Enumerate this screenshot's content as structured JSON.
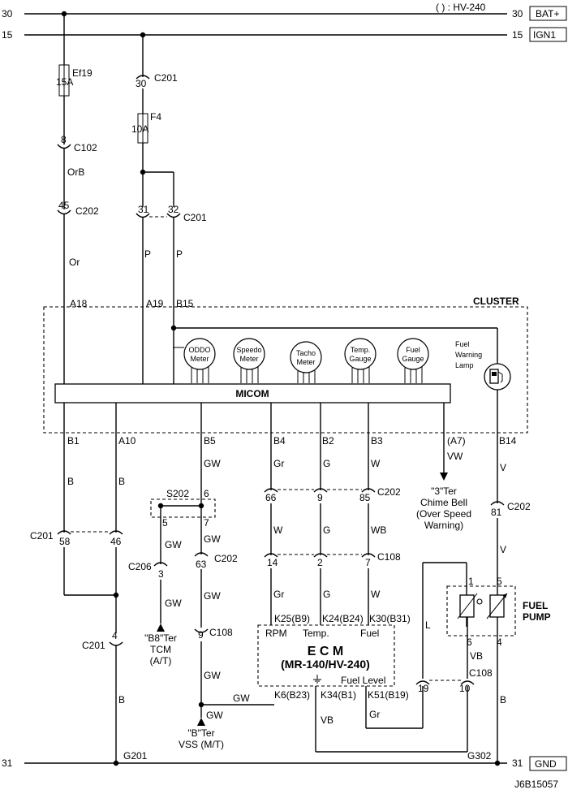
{
  "rails": {
    "bat_num_left": "30",
    "bat_num_right": "30",
    "bat_name": "BAT+",
    "bat_note": "( ) : HV-240",
    "ign_num_left": "15",
    "ign_num_right": "15",
    "ign_name": "IGN1",
    "gnd_num_left": "31",
    "gnd_num_right": "31",
    "gnd_name": "GND"
  },
  "fuses": [
    {
      "name": "Ef19",
      "rating": "15A"
    },
    {
      "name": "F4",
      "rating": "10A"
    }
  ],
  "connectors": {
    "c201_a": {
      "pin": "30",
      "name": "C201"
    },
    "c102": {
      "pin": "8",
      "name": "C102"
    },
    "c202_a": {
      "pin": "45",
      "name": "C202"
    },
    "c201_b": {
      "pin_a": "31",
      "pin_b": "32",
      "name": "C201"
    },
    "c202_b": {
      "pins": [
        "66",
        "9",
        "85"
      ],
      "name": "C202"
    },
    "c202_c": {
      "pin": "81",
      "name": "C202"
    },
    "c201_c": {
      "pin_a": "58",
      "pin_b": "46",
      "name": "C201"
    },
    "c206": {
      "pin": "3",
      "name": "C206"
    },
    "c202_d": {
      "pin": "63",
      "name": "C202"
    },
    "c108_a": {
      "pins": [
        "14",
        "2",
        "7"
      ],
      "name": "C108"
    },
    "c201_d": {
      "pin": "4",
      "name": "C201"
    },
    "c108_b": {
      "pin": "9",
      "name": "C108"
    },
    "c108_c": {
      "pin_a": "19",
      "pin_b": "10",
      "name": "C108"
    }
  },
  "wires": {
    "orb": "OrB",
    "or": "Or",
    "p1": "P",
    "p2": "P",
    "b1": "B",
    "b2": "B",
    "b3": "B",
    "b4": "B",
    "gw1": "GW",
    "gw2": "GW",
    "gw3": "GW",
    "gw4": "GW",
    "gw5": "GW",
    "gw6": "GW",
    "gw7": "GW",
    "gr1": "Gr",
    "gr2": "Gr",
    "gr3": "Gr",
    "g1": "G",
    "g2": "G",
    "g3": "G",
    "w1": "W",
    "w2": "W",
    "w3": "W",
    "wb": "WB",
    "vw": "VW",
    "v1": "V",
    "v2": "V",
    "l": "L",
    "vb1": "VB",
    "vb2": "VB"
  },
  "cluster": {
    "title": "CLUSTER",
    "pins_top": [
      "A18",
      "A19",
      "B15"
    ],
    "pins_bottom": [
      "B1",
      "A10",
      "B5",
      "B4",
      "B2",
      "B3",
      "(A7)",
      "B14"
    ],
    "micom": "MICOM",
    "meters": [
      [
        "ODDO",
        "Meter"
      ],
      [
        "Speedo",
        "Meter"
      ],
      [
        "Tacho",
        "Meter"
      ],
      [
        "Temp.",
        "Gauge"
      ],
      [
        "Fuel",
        "Gauge"
      ]
    ],
    "lamp": [
      "Fuel",
      "Warning",
      "Lamp"
    ]
  },
  "splice": {
    "name": "S202",
    "pin_top": "6",
    "pin_left": "5",
    "pin_right": "7"
  },
  "chime": {
    "lines": [
      "\"3\"Ter",
      "Chime Bell",
      "(Over Speed",
      "Warning)"
    ]
  },
  "tcm": {
    "lines": [
      "\"B8\"Ter",
      "TCM",
      "(A/T)"
    ]
  },
  "vss": {
    "lines": [
      "\"B\"Ter",
      "VSS (M/T)"
    ]
  },
  "ecm": {
    "title": "E C M",
    "subtitle": "(MR-140/HV-240)",
    "pins_top": [
      "K25(B9)",
      "K24(B24)",
      "K30(B31)"
    ],
    "labels_top": [
      "RPM",
      "Temp.",
      "Fuel"
    ],
    "pins_bottom": [
      "K6(B23)",
      "K34(B1)",
      "K51(B19)"
    ],
    "fuel_level": "Fuel Level"
  },
  "fuel_pump": {
    "title": [
      "FUEL",
      "PUMP"
    ],
    "pins": [
      "1",
      "5",
      "6",
      "4"
    ]
  },
  "grounds": [
    "G201",
    "G302"
  ],
  "code": "J6B15057"
}
